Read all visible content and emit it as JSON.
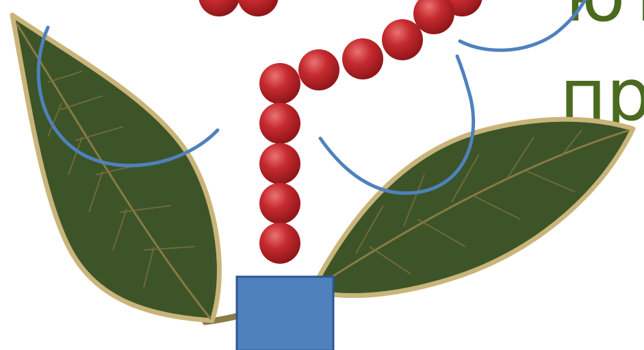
{
  "slide": {
    "text_line_1": "ют",
    "text_line_2": "про",
    "text_color": "#4a6a1e"
  },
  "colors": {
    "leaf_fill": "#3c5428",
    "leaf_edge": "#c9b47a",
    "leaf_vein": "#8a7a45",
    "stem": "#8b7a4a",
    "bead_red": "#c0262b",
    "bead_highlight": "#e86a6a",
    "arc_blue": "#4f81bd",
    "box_fill": "#4f81bd",
    "box_border": "#2f5597"
  },
  "icons": {
    "left_leaf": "leaf-icon",
    "right_leaf": "leaf-icon",
    "bead_chain": "bead-chain",
    "base_block": "square-block"
  }
}
